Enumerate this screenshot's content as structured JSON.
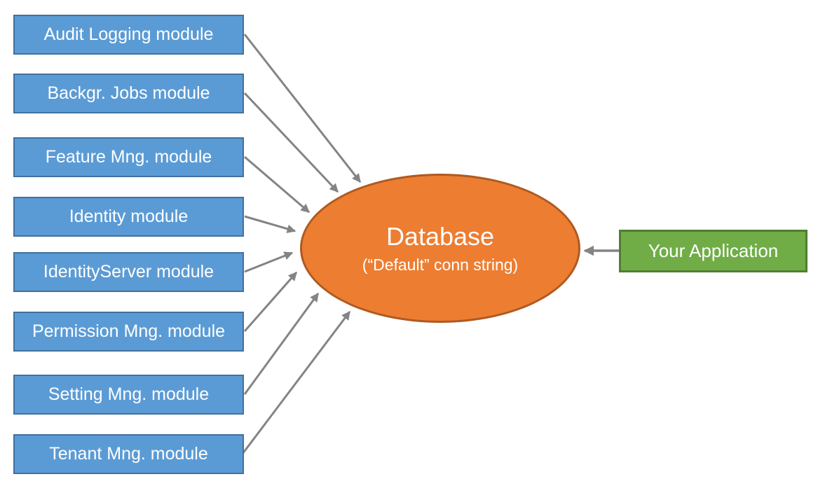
{
  "diagram": {
    "modules": [
      {
        "label": "Audit Logging module"
      },
      {
        "label": "Backgr. Jobs module"
      },
      {
        "label": "Feature Mng. module"
      },
      {
        "label": "Identity module"
      },
      {
        "label": "IdentityServer module"
      },
      {
        "label": "Permission Mng. module"
      },
      {
        "label": "Setting Mng. module"
      },
      {
        "label": "Tenant Mng. module"
      }
    ],
    "database": {
      "title": "Database",
      "subtitle": "(“Default” conn string)"
    },
    "application": {
      "label": "Your Application"
    }
  },
  "colors": {
    "module_fill": "#5B9BD5",
    "module_border": "#41719C",
    "database_fill": "#ED7D31",
    "database_border": "#AE5A21",
    "app_fill": "#70AD47",
    "app_border": "#507E32",
    "arrow": "#848484",
    "text": "#FFFFFF"
  }
}
